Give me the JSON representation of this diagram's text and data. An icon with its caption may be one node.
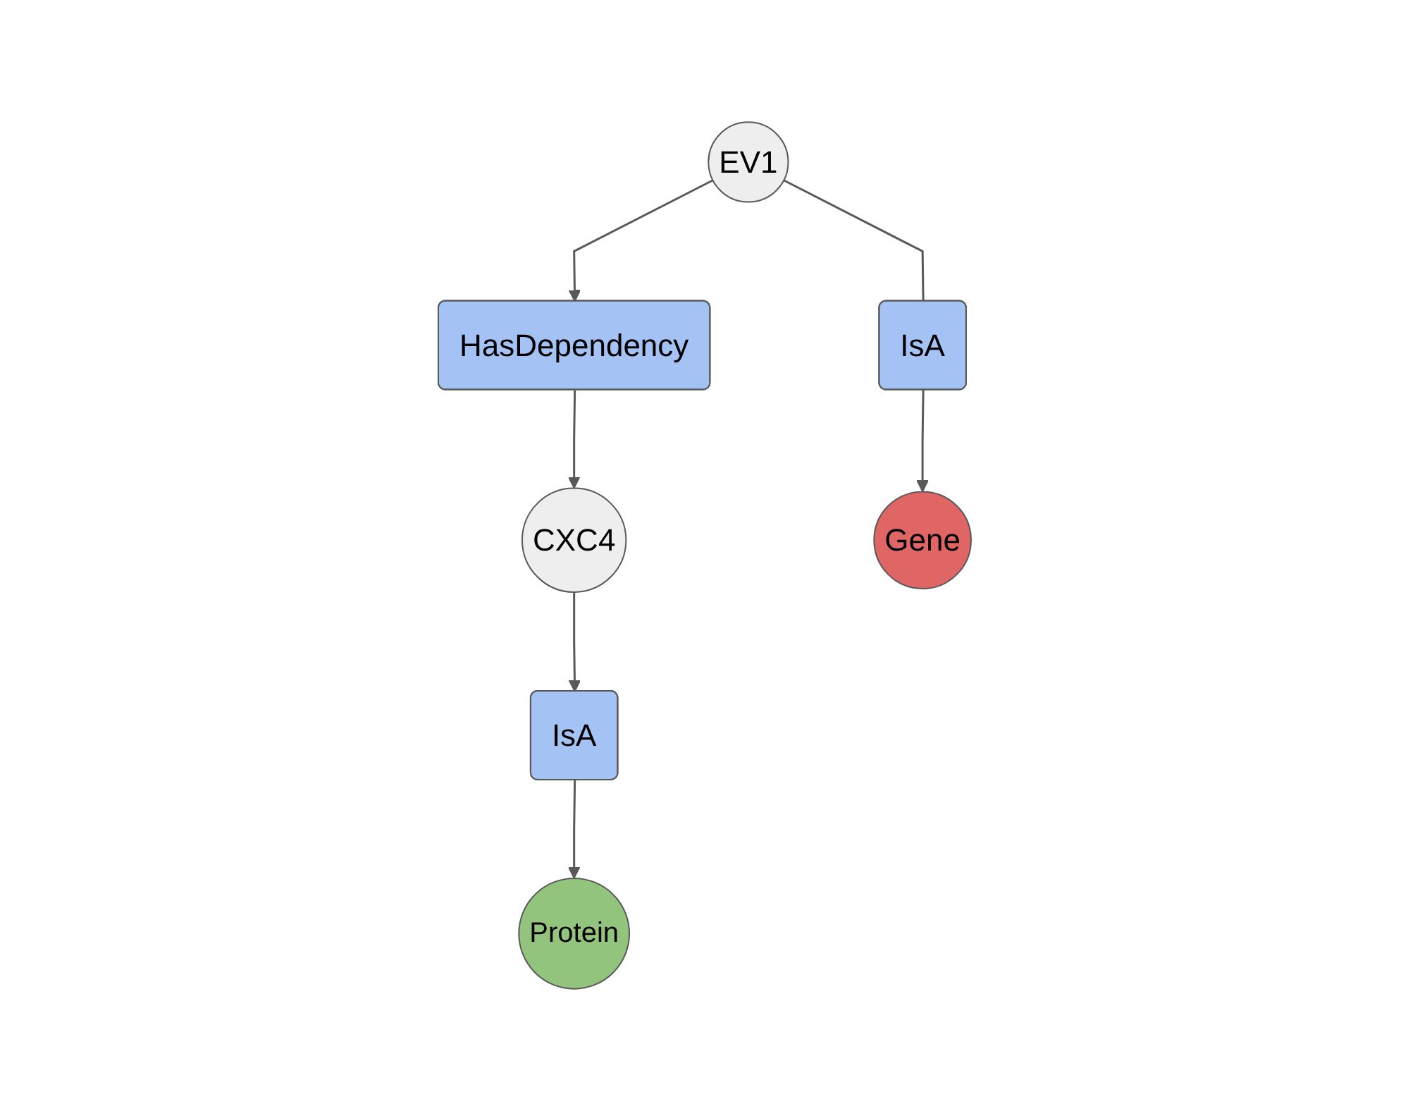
{
  "diagram": {
    "nodes": [
      {
        "text": [
          "EV1"
        ]
      },
      {
        "text": [
          "HasDependency"
        ]
      },
      {
        "text": [
          "CXC4"
        ]
      },
      {
        "text": [
          "IsA"
        ]
      },
      {
        "text": [
          "IsA"
        ]
      },
      {
        "text": [
          "Gene"
        ]
      },
      {
        "text": [
          "Protein"
        ]
      }
    ],
    "edges": [
      {
        "from": 0,
        "to": 1,
        "arrow": "to"
      },
      {
        "from": 1,
        "to": 2,
        "arrow": "to"
      },
      {
        "from": 0,
        "to": 3,
        "arrow": "none"
      },
      {
        "from": 3,
        "to": 5,
        "arrow": "to"
      },
      {
        "from": 2,
        "to": 4,
        "arrow": "to"
      },
      {
        "from": 4,
        "to": 6,
        "arrow": "to"
      }
    ]
  }
}
